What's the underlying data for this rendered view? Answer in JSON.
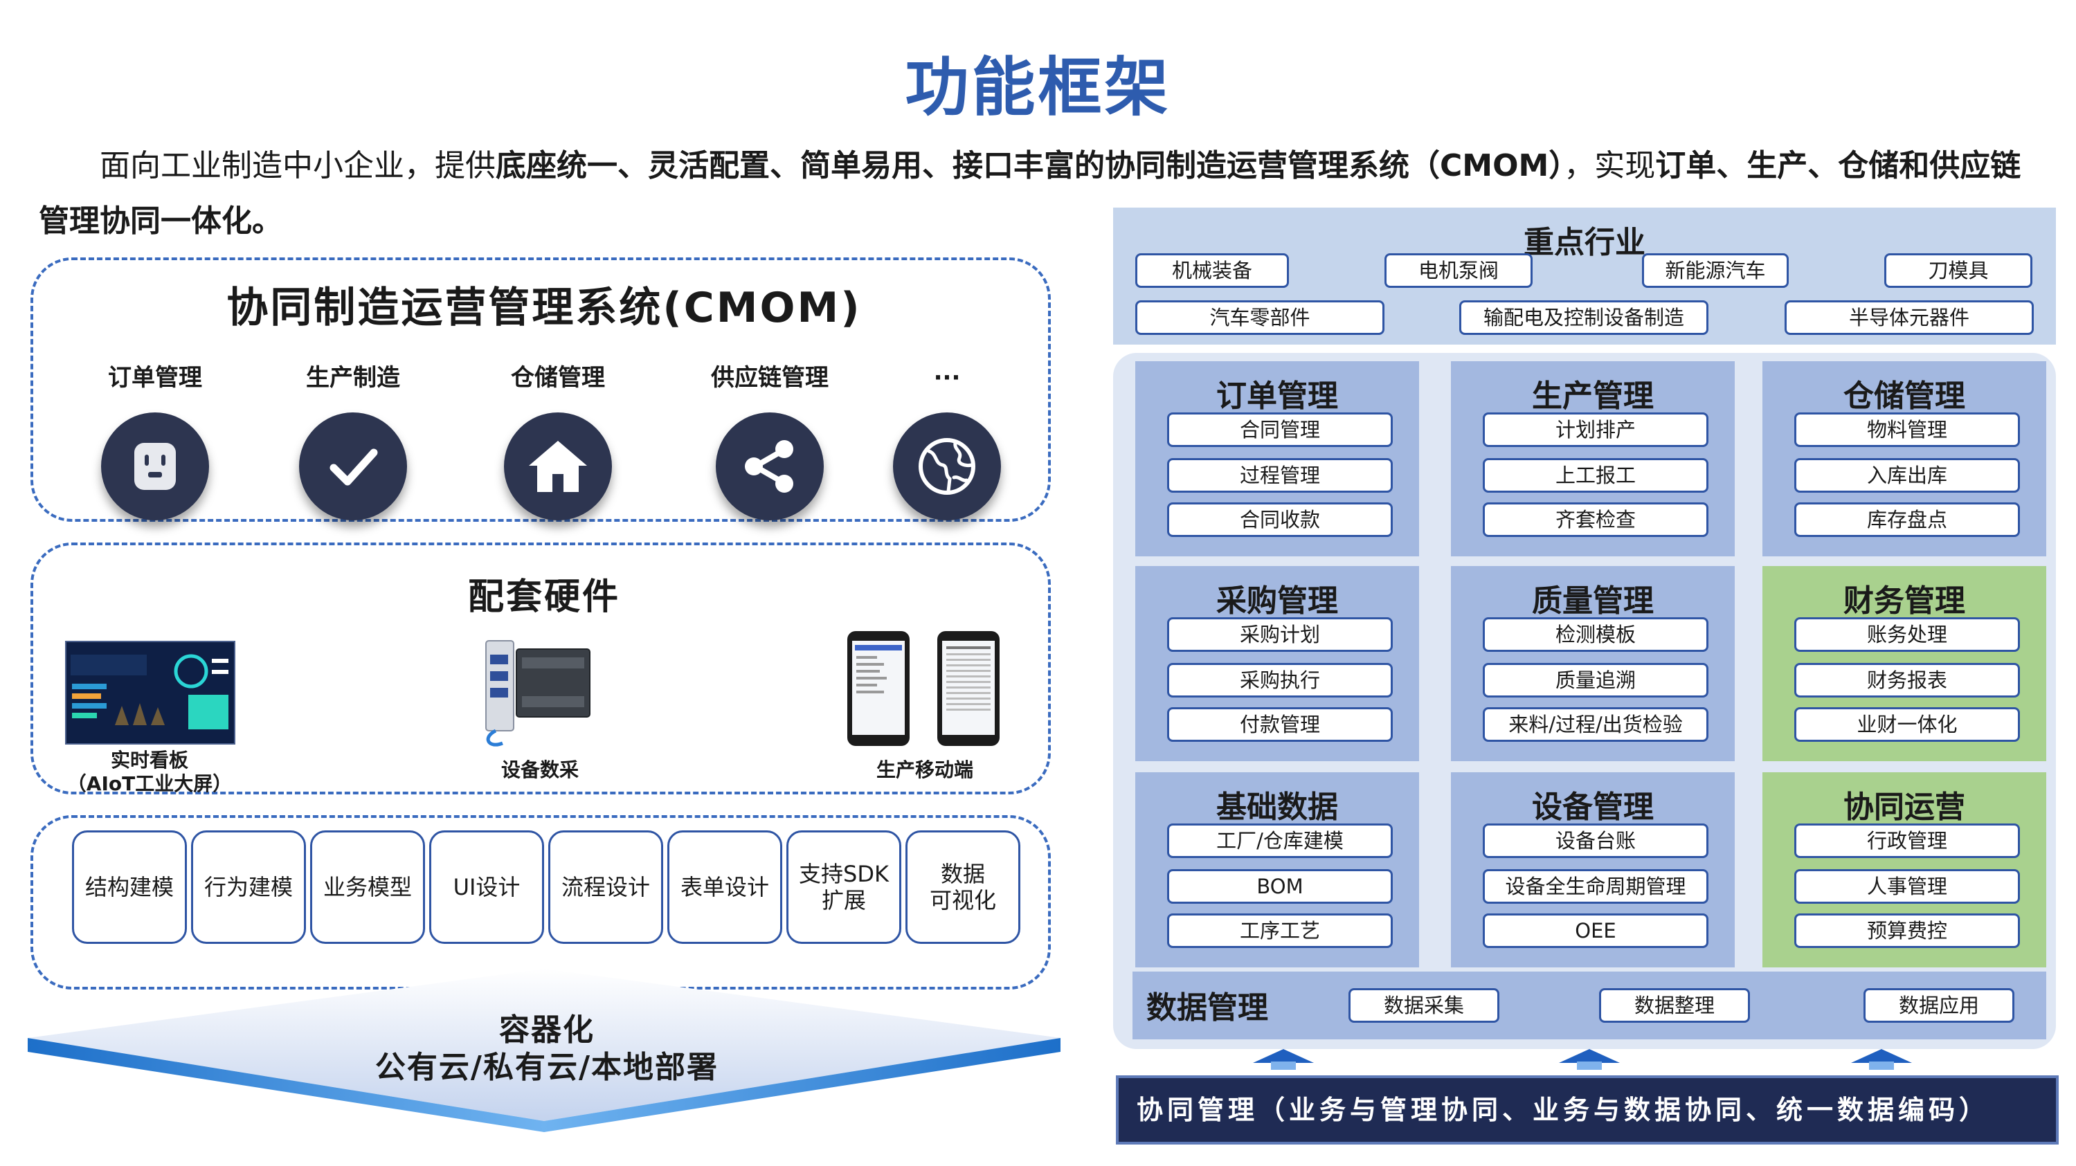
{
  "title": "功能框架",
  "intro": {
    "t1": "面向工业制造中小企业，提供",
    "b1": "底座统一、灵活配置、简单易用、接口丰富的协同制造运营管理系统（CMOM）",
    "t2": "，实现",
    "b2": "订单、生产、仓储和供应链",
    "line2": "管理协同一体化。"
  },
  "cmom": {
    "title": "协同制造运营管理系统(CMOM)",
    "modules": [
      {
        "label": "订单管理",
        "icon": "order-icon"
      },
      {
        "label": "生产制造",
        "icon": "checkmark-icon"
      },
      {
        "label": "仓储管理",
        "icon": "home-icon"
      },
      {
        "label": "供应链管理",
        "icon": "share-icon"
      },
      {
        "label": "···",
        "icon": "globe-icon"
      }
    ]
  },
  "hardware": {
    "title": "配套硬件",
    "items": [
      {
        "line1": "实时看板",
        "line2": "（AIoT工业大屏）"
      },
      {
        "line1": "设备数采",
        "line2": ""
      },
      {
        "line1": "生产移动端",
        "line2": ""
      }
    ]
  },
  "tools": [
    "结构建模",
    "行为建模",
    "业务模型",
    "UI设计",
    "流程设计",
    "表单设计",
    "支持SDK\n扩展",
    "数据\n可视化"
  ],
  "deploy": {
    "line1": "容器化",
    "line2": "公有云/私有云/本地部署"
  },
  "industries": {
    "title": "重点行业",
    "row1": [
      "机械装备",
      "电机泵阀",
      "新能源汽车",
      "刀模具"
    ],
    "row2": [
      "汽车零部件",
      "输配电及控制设备制造",
      "半导体元器件"
    ]
  },
  "cards": [
    {
      "title": "订单管理",
      "items": [
        "合同管理",
        "过程管理",
        "合同收款"
      ],
      "color": "blue"
    },
    {
      "title": "生产管理",
      "items": [
        "计划排产",
        "上工报工",
        "齐套检查"
      ],
      "color": "blue"
    },
    {
      "title": "仓储管理",
      "items": [
        "物料管理",
        "入库出库",
        "库存盘点"
      ],
      "color": "blue"
    },
    {
      "title": "采购管理",
      "items": [
        "采购计划",
        "采购执行",
        "付款管理"
      ],
      "color": "blue"
    },
    {
      "title": "质量管理",
      "items": [
        "检测模板",
        "质量追溯",
        "来料/过程/出货检验"
      ],
      "color": "blue"
    },
    {
      "title": "财务管理",
      "items": [
        "账务处理",
        "财务报表",
        "业财一体化"
      ],
      "color": "green"
    },
    {
      "title": "基础数据",
      "items": [
        "工厂/仓库建模",
        "BOM",
        "工序工艺"
      ],
      "color": "blue"
    },
    {
      "title": "设备管理",
      "items": [
        "设备台账",
        "设备全生命周期管理",
        "OEE"
      ],
      "color": "blue"
    },
    {
      "title": "协同运营",
      "items": [
        "行政管理",
        "人事管理",
        "预算费控"
      ],
      "color": "green"
    }
  ],
  "data_mgmt": {
    "title": "数据管理",
    "items": [
      "数据采集",
      "数据整理",
      "数据应用"
    ]
  },
  "footer": "协同管理（业务与管理协同、业务与数据协同、统一数据编码）",
  "colors": {
    "title": "#2e5cae",
    "icon_bg": "#2d3550",
    "card_blue": "#a3b8e0",
    "card_green": "#a9d18e",
    "footer_bg": "#1f2b54"
  }
}
